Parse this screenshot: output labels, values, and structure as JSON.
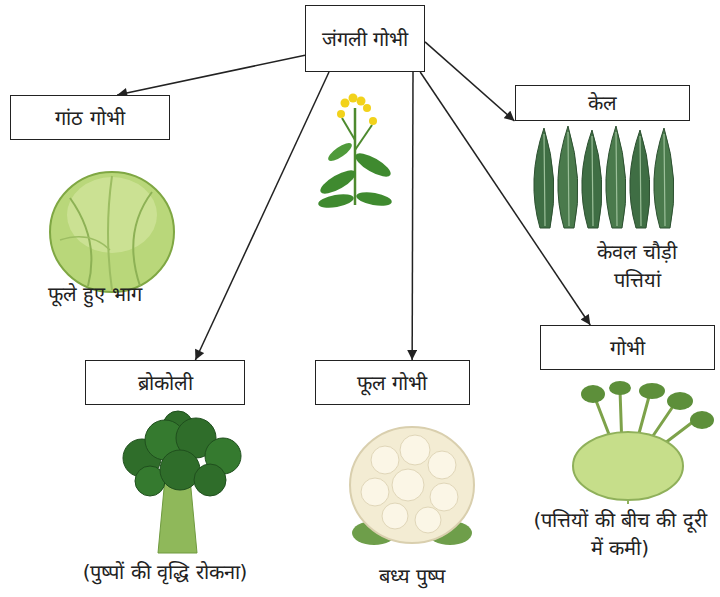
{
  "diagram": {
    "nodes": [
      {
        "text": [
          "जंगली गोभी"
        ]
      },
      {
        "text": [
          "केल"
        ]
      },
      {
        "text": [
          "गांठ गोभी"
        ]
      },
      {
        "text": [
          "गोभी"
        ]
      },
      {
        "text": [
          "ब्रोकोली"
        ]
      },
      {
        "text": [
          "फूल गोभी"
        ]
      }
    ],
    "edges": [
      {
        "from": 0,
        "to": 1,
        "arrow": "to"
      },
      {
        "from": 0,
        "to": 2,
        "arrow": "to"
      },
      {
        "from": 0,
        "to": 3,
        "arrow": "to"
      },
      {
        "from": 0,
        "to": 4,
        "arrow": "to"
      },
      {
        "from": 0,
        "to": 5,
        "arrow": "to"
      }
    ],
    "labels": [
      "केवल चौड़ी पत्तियां",
      "फूले हुए भाग",
      "(पत्तियों की बीच की दूरी में कमी)",
      "(पुष्पों की वृद्धि रोकना)",
      "बध्य पुष्प"
    ]
  }
}
